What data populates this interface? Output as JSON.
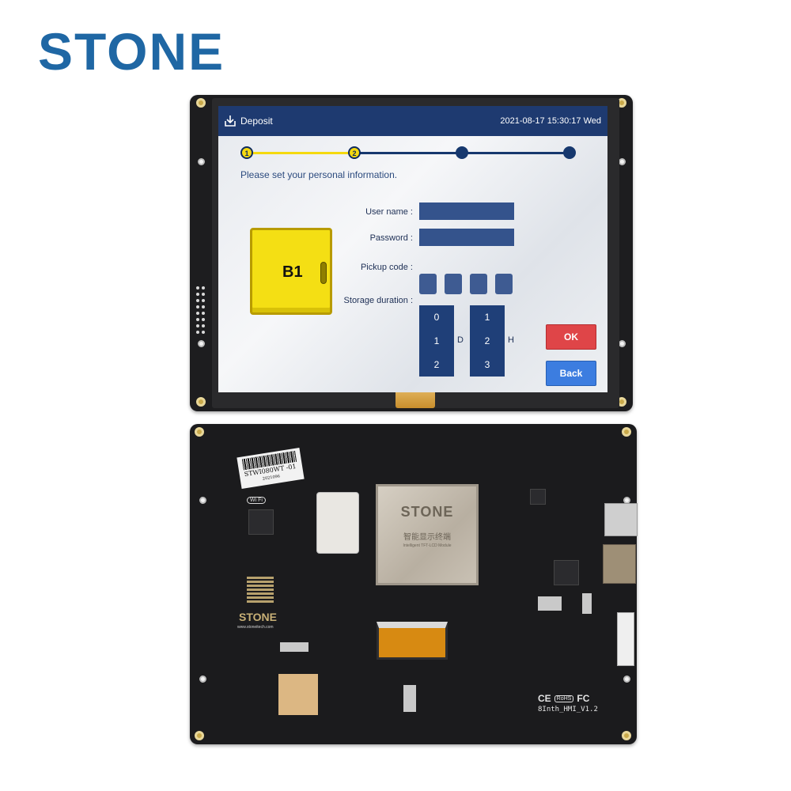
{
  "brand": "STONE",
  "hmi": {
    "header": {
      "title": "Deposit",
      "datetime": "2021-08-17 15:30:17 Wed"
    },
    "stepper": [
      {
        "label": "1",
        "state": "done"
      },
      {
        "label": "2",
        "state": "done"
      },
      {
        "label": "",
        "state": "todo"
      },
      {
        "label": "",
        "state": "todo"
      }
    ],
    "instruction": "Please set your personal information.",
    "locker": {
      "label": "B1"
    },
    "form": {
      "user_name_label": "User name :",
      "password_label": "Password :",
      "pickup_code_label": "Pickup code :",
      "storage_duration_label": "Storage duration :",
      "days_options": [
        "0",
        "1",
        "2"
      ],
      "days_unit": "D",
      "hours_options": [
        "1",
        "2",
        "3"
      ],
      "hours_unit": "H"
    },
    "buttons": {
      "ok": "OK",
      "back": "Back"
    },
    "colors": {
      "header": "#1e3a70",
      "ok": "#df4548",
      "back": "#3c7de0",
      "locker": "#f4df14"
    }
  },
  "pcb": {
    "sku": "STWI080WT -01",
    "date_code": "2021096",
    "wifi_badge": "Wi Fi",
    "chip_name": "STONE",
    "chip_cn": "智能显示终端",
    "chip_en": "Intelligent TFT-LCD Module",
    "brand": "STONE",
    "url": "www.stoneitech.com",
    "certs": [
      "CE",
      "RoHS",
      "FC"
    ],
    "board_rev": "8Inth_HMI_V1.2"
  }
}
